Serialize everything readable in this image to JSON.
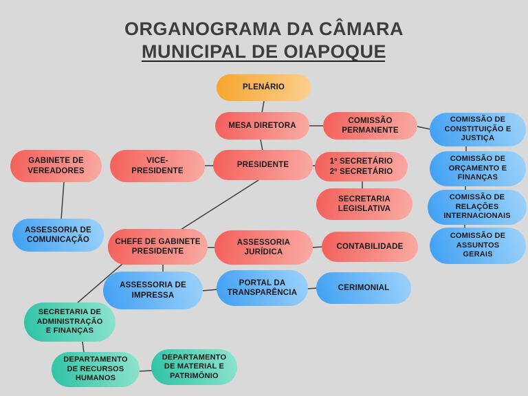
{
  "title": "ORGANOGRAMA DA CÂMARA\nMUNICIPAL DE OIAPOQUE",
  "palette": {
    "background": "#d9d9d9",
    "title_color": "#3d3d3d",
    "line_color": "#3d3d3d",
    "orange_start": "#f7a42c",
    "orange_end": "#fcd08f",
    "red_start": "#f45f5a",
    "red_end": "#f9aba3",
    "blue_start": "#3f9ff2",
    "blue_end": "#9ed3fb",
    "teal_start": "#2dc2a5",
    "teal_end": "#8fe5cd"
  },
  "nodes": [
    {
      "id": "plenario",
      "label": "PLENÁRIO",
      "type": "orange"
    },
    {
      "id": "mesa-diretora",
      "label": "MESA DIRETORA",
      "type": "red"
    },
    {
      "id": "comissao-permanente",
      "label": "COMISSÃO\nPERMANENTE",
      "type": "red"
    },
    {
      "id": "comissao-constituicao-justica",
      "label": "COMISSÃO DE\nCONSTITUIÇÃO E\nJUSTIÇA",
      "type": "blue"
    },
    {
      "id": "comissao-orcamento-financas",
      "label": "COMISSÃO DE\nORÇAMENTO E\nFINANÇAS",
      "type": "blue"
    },
    {
      "id": "comissao-relacoes-internacionais",
      "label": "COMISSÃO DE\nRELAÇÕES\nINTERNACIONAIS",
      "type": "blue"
    },
    {
      "id": "comissao-assuntos-gerais",
      "label": "COMISSÃO DE\nASSUNTOS\nGERAIS",
      "type": "blue"
    },
    {
      "id": "gabinete-vereadores",
      "label": "GABINETE DE\nVEREADORES",
      "type": "red"
    },
    {
      "id": "vice-presidente",
      "label": "VICE-\nPRESIDENTE",
      "type": "red"
    },
    {
      "id": "presidente",
      "label": "PRESIDENTE",
      "type": "red"
    },
    {
      "id": "secretarios",
      "label": "1º SECRETÁRIO\n2º SECRETÁRIO",
      "type": "red"
    },
    {
      "id": "secretaria-legislativa",
      "label": "SECRETARIA\nLEGISLATIVA",
      "type": "red"
    },
    {
      "id": "assessoria-comunicacao",
      "label": "ASSESSORIA DE\nCOMUNICAÇÃO",
      "type": "blue"
    },
    {
      "id": "chefe-gabinete-presidente",
      "label": "CHEFE DE GABINETE\nPRESIDENTE",
      "type": "red"
    },
    {
      "id": "assessoria-juridica",
      "label": "ASSESSORIA\nJURÍDICA",
      "type": "red"
    },
    {
      "id": "contabilidade",
      "label": "CONTABILIDADE",
      "type": "red"
    },
    {
      "id": "assessoria-impressa",
      "label": "ASSESSORIA DE\nIMPRESSA",
      "type": "blue"
    },
    {
      "id": "portal-transparencia",
      "label": "PORTAL DA\nTRANSPARÊNCIA",
      "type": "blue"
    },
    {
      "id": "cerimonial",
      "label": "CERIMONIAL",
      "type": "blue"
    },
    {
      "id": "secretaria-administracao",
      "label": "SECRETARIA DE\nADMINISTRAÇÃO\nE FINANÇAS",
      "type": "teal"
    },
    {
      "id": "depto-recursos-humanos",
      "label": "DEPARTAMENTO\nDE RECURSOS\nHUMANOS",
      "type": "teal"
    },
    {
      "id": "depto-material-patrimonio",
      "label": "DEPARTAMENTO\nDE MATERIAL E\nPATRIMÔNIO",
      "type": "teal"
    }
  ],
  "edges": [
    {
      "from": "plenario",
      "to": "mesa-diretora"
    },
    {
      "from": "mesa-diretora",
      "to": "comissao-permanente"
    },
    {
      "from": "comissao-permanente",
      "to": "comissao-constituicao-justica"
    },
    {
      "from": "comissao-constituicao-justica",
      "to": "comissao-orcamento-financas"
    },
    {
      "from": "comissao-orcamento-financas",
      "to": "comissao-relacoes-internacionais"
    },
    {
      "from": "comissao-relacoes-internacionais",
      "to": "comissao-assuntos-gerais"
    },
    {
      "from": "mesa-diretora",
      "to": "presidente"
    },
    {
      "from": "vice-presidente",
      "to": "presidente"
    },
    {
      "from": "presidente",
      "to": "secretarios"
    },
    {
      "from": "secretarios",
      "to": "secretaria-legislativa"
    },
    {
      "from": "gabinete-vereadores",
      "to": "assessoria-comunicacao"
    },
    {
      "from": "presidente",
      "to": "chefe-gabinete-presidente"
    },
    {
      "from": "chefe-gabinete-presidente",
      "to": "assessoria-juridica"
    },
    {
      "from": "assessoria-juridica",
      "to": "contabilidade"
    },
    {
      "from": "chefe-gabinete-presidente",
      "to": "assessoria-impressa"
    },
    {
      "from": "chefe-gabinete-presidente",
      "to": "secretaria-administracao"
    },
    {
      "from": "assessoria-impressa",
      "to": "portal-transparencia"
    },
    {
      "from": "portal-transparencia",
      "to": "cerimonial"
    },
    {
      "from": "secretaria-administracao",
      "to": "depto-recursos-humanos"
    },
    {
      "from": "depto-recursos-humanos",
      "to": "depto-material-patrimonio"
    }
  ]
}
